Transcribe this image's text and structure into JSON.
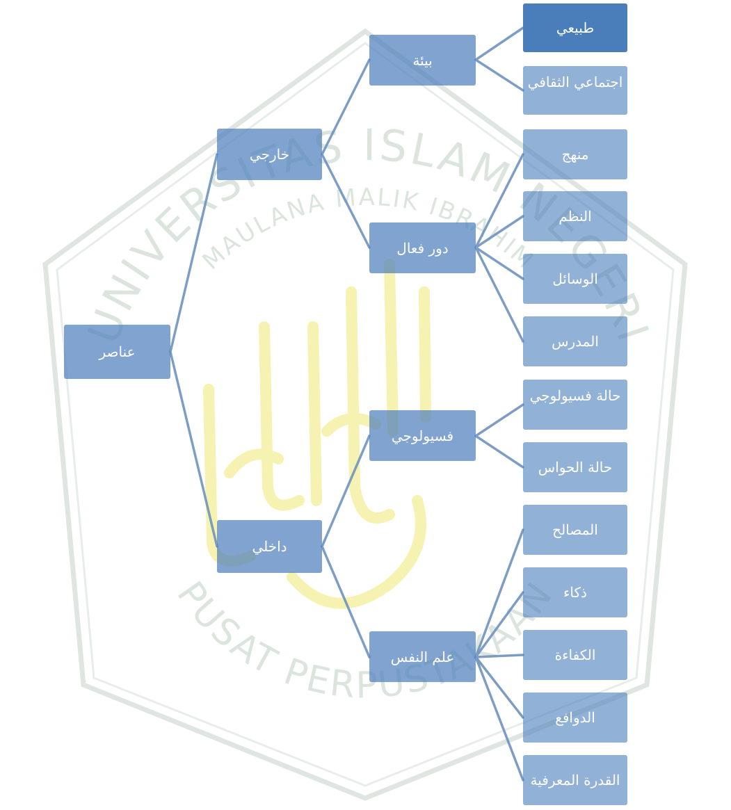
{
  "colors": {
    "node_fill": "#4f81bd",
    "connector": "#6f93bf",
    "watermark": "#c9d9cc",
    "watermark_calligraphy": "#f3ee97"
  },
  "watermark": {
    "arc_top": "UNIVERSITAS ISLAM NEGERI",
    "arc_mid": "MAULANA MALIK IBRAHIM",
    "arc_bottom": "PUSAT PERPUSTAKAAN"
  },
  "tree": {
    "root": "عناصر",
    "external": {
      "label": "خارجي",
      "environment": {
        "label": "بيئة",
        "items": [
          "طبيعي",
          "اجتماعي الثقافي"
        ]
      },
      "active_role": {
        "label": "دور فعال",
        "items": [
          "منهج",
          "النظم",
          "الوسائل",
          "المدرس"
        ]
      }
    },
    "internal": {
      "label": "داخلي",
      "physiological": {
        "label": "فسيولوجي",
        "items": [
          "حالة فسيولوجي",
          "حالة الحواس"
        ]
      },
      "psychology": {
        "label": "علم النفس",
        "items": [
          "المصالح",
          "ذكاء",
          "الكفاءة",
          "الدوافع",
          "القدرة المعرفية"
        ]
      }
    }
  }
}
